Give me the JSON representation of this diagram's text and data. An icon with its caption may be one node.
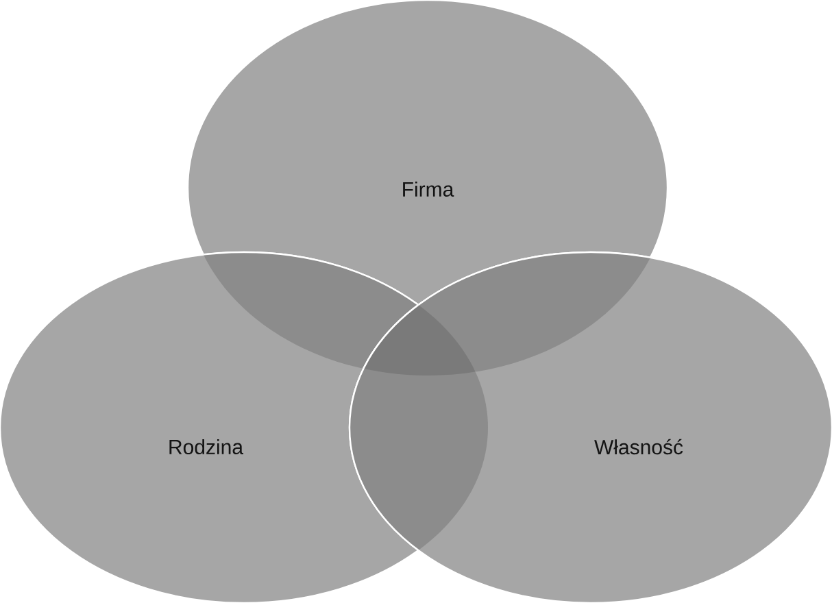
{
  "diagram": {
    "nodes": [
      {
        "text": [
          "Firma"
        ]
      },
      {
        "text": [
          "Rodzina"
        ]
      },
      {
        "text": [
          "Własność"
        ]
      }
    ]
  }
}
